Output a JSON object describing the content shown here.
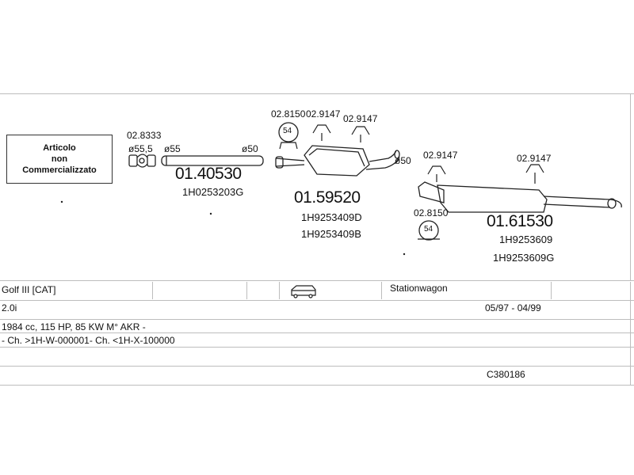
{
  "notice": {
    "lines": [
      "Articolo",
      "non",
      "Commercializzato"
    ]
  },
  "parts": [
    {
      "clamp_code": "02.8333",
      "diameters": [
        "ø55,5",
        "ø55",
        "ø50"
      ],
      "number": "01.40530",
      "oem": [
        "1H0253203G"
      ]
    },
    {
      "mount_codes": [
        "02.8150",
        "02.9147",
        "02.9147"
      ],
      "ring_label": "54",
      "number": "01.59520",
      "oem": [
        "1H9253409D",
        "1H9253409B"
      ]
    },
    {
      "diameter": "ø50",
      "mount_codes": [
        "02.9147",
        "02.9147",
        "02.8150"
      ],
      "ring_label": "54",
      "number": "01.61530",
      "oem": [
        "1H9253609",
        "1H9253609G"
      ]
    }
  ],
  "vehicle": {
    "model": "Golf III  [CAT]",
    "body": "Stationwagon",
    "engine": "2.0i",
    "years": "05/97 - 04/99",
    "specs": "1984 cc, 115 HP, 85 KW M° AKR -",
    "chassis": "- Ch. >1H-W-000001- Ch. <1H-X-100000",
    "catalog_code": "C380186"
  },
  "icons": {
    "car": "station-wagon-icon",
    "clamp": "pipe-clamp-icon",
    "hanger": "rubber-hanger-icon",
    "ring": "mounting-ring-icon"
  }
}
